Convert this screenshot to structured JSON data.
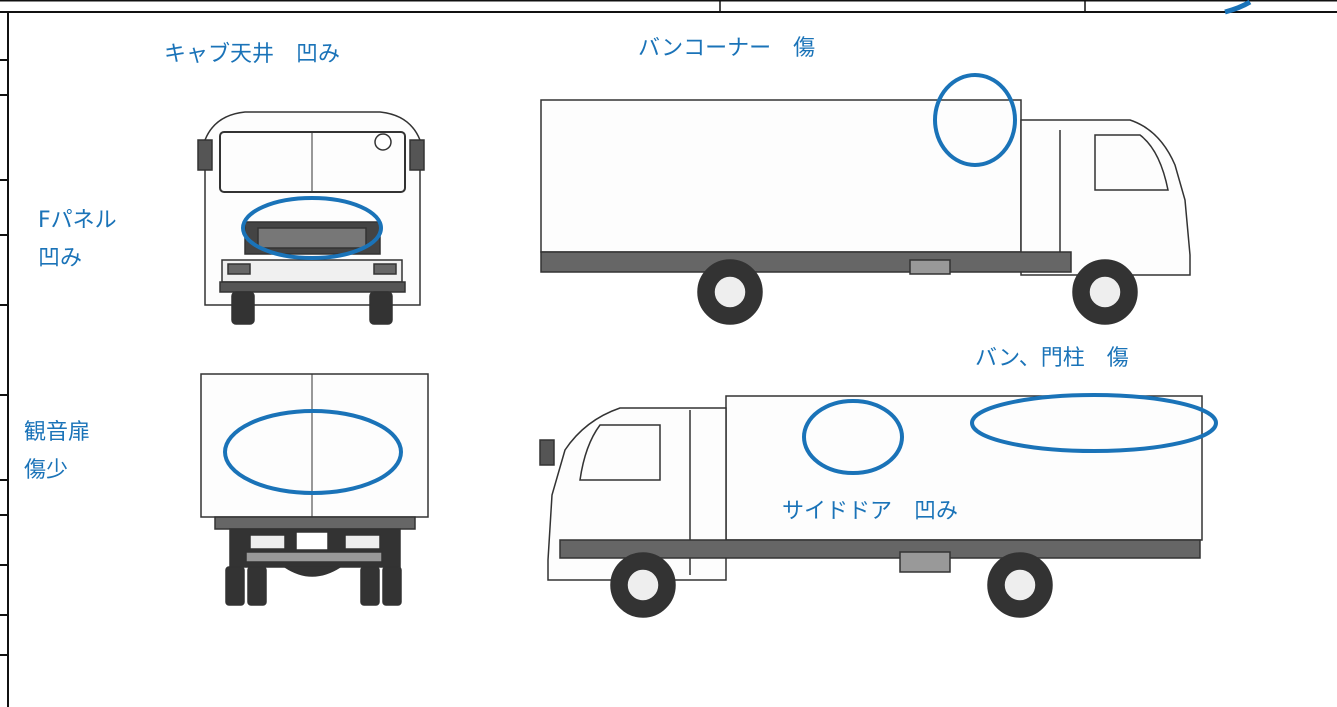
{
  "labels": {
    "cab_roof": "キャブ天井　凹み",
    "van_corner": "バンコーナー　傷",
    "front_panel_line1": "Fパネル",
    "front_panel_line2": "凹み",
    "rear_door_line1": "観音扉",
    "rear_door_line2": "傷少",
    "van_pillar": "バン、門柱　傷",
    "side_door": "サイドドア　凹み"
  },
  "colors": {
    "annotation": "#1a73b8",
    "line": "#222222"
  }
}
